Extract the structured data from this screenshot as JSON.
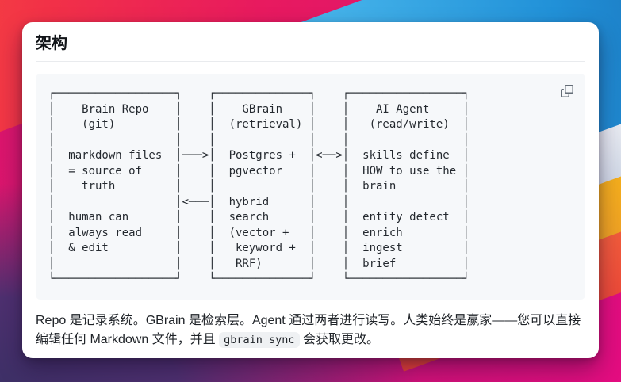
{
  "page": {
    "title": "架构"
  },
  "code_block": {
    "diagram_lines": [
      "┌──────────────────┐    ┌──────────────┐    ┌─────────────────┐",
      "│    Brain Repo    │    │    GBrain    │    │    AI Agent     │",
      "│    (git)         │    │  (retrieval) │    │   (read/write)  │",
      "│                  │    │              │    │                 │",
      "│  markdown files  │───>│  Postgres +  │<──>│  skills define  │",
      "│  = source of     │    │  pgvector    │    │  HOW to use the │",
      "│    truth         │    │              │    │  brain          │",
      "│                  │<───│  hybrid      │    │                 │",
      "│  human can       │    │  search      │    │  entity detect  │",
      "│  always read     │    │  (vector +   │    │  enrich         │",
      "│  & edit          │    │   keyword +  │    │  ingest         │",
      "│                  │    │   RRF)       │    │  brief          │",
      "└──────────────────┘    └──────────────┘    └─────────────────┘"
    ],
    "copy_icon": "copy-icon"
  },
  "paragraph": {
    "line1": "Repo 是记录系统。GBrain 是检索层。Agent 通过两者进行读写。人类始终是赢家——您可以直接",
    "line2_before_code": "编辑任何 Markdown 文件，并且 ",
    "inline_code": "gbrain sync",
    "line2_after_code": " 会获取更改。"
  },
  "colors": {
    "card_bg": "#ffffff",
    "code_block_bg": "#f6f8fa",
    "text": "#1f2328",
    "icon_gray": "#636c76",
    "wallpaper_red": "#f23147",
    "wallpaper_blue": "#2191d8",
    "wallpaper_magenta": "#e40d80",
    "wallpaper_dark_purple": "#3e3067",
    "wallpaper_orange": "#f3a524",
    "wallpaper_red_orange": "#f25d3c",
    "wallpaper_white_band": "#e6e9f0"
  }
}
